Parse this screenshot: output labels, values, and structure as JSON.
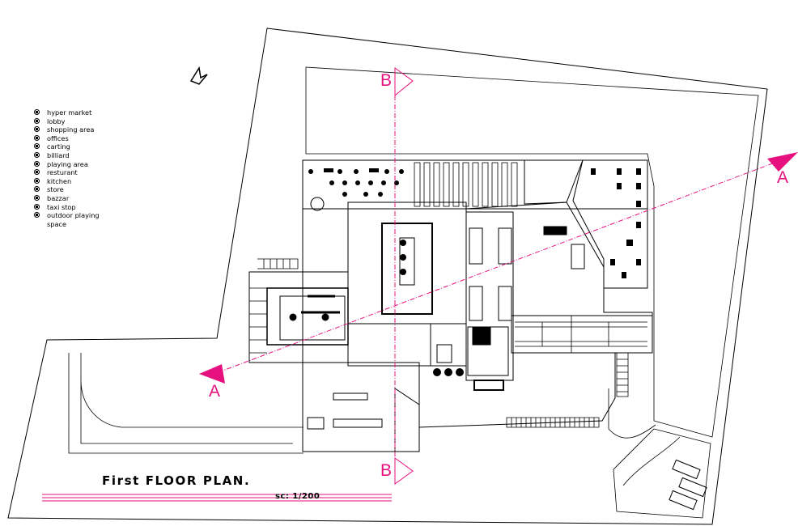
{
  "legend": {
    "items": [
      {
        "label": "hyper market",
        "icon": "circle-symbol-icon"
      },
      {
        "label": "lobby",
        "icon": "circle-symbol-icon"
      },
      {
        "label": "shopping area",
        "icon": "circle-symbol-icon"
      },
      {
        "label": "offices",
        "icon": "circle-symbol-icon"
      },
      {
        "label": "carting",
        "icon": "circle-symbol-icon"
      },
      {
        "label": "billiard",
        "icon": "circle-symbol-icon"
      },
      {
        "label": "playing area",
        "icon": "circle-symbol-icon"
      },
      {
        "label": "resturant",
        "icon": "circle-symbol-icon"
      },
      {
        "label": "kitchen",
        "icon": "circle-symbol-icon"
      },
      {
        "label": "store",
        "icon": "circle-symbol-icon"
      },
      {
        "label": "bazzar",
        "icon": "circle-symbol-icon"
      },
      {
        "label": "taxi stop",
        "icon": "circle-symbol-icon"
      },
      {
        "label": "outdoor playing",
        "icon": "circle-symbol-icon"
      }
    ],
    "continuation": "space"
  },
  "title": "First FLOOR PLAN.",
  "scale": "sc: 1/200",
  "sections": {
    "a_left": "A",
    "a_right": "A",
    "b_top": "B",
    "b_bottom": "B"
  },
  "colors": {
    "linework": "#000000",
    "section_line": "#e6117e",
    "background": "#ffffff"
  }
}
